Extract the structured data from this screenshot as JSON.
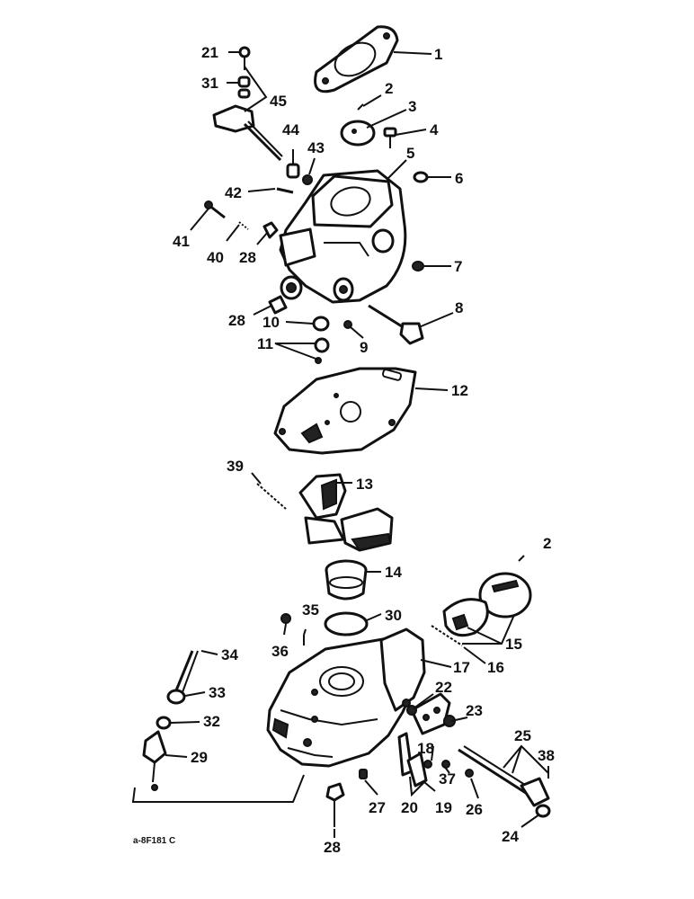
{
  "diagram": {
    "drawing_code": "a-8F181 C",
    "callouts": [
      {
        "id": "c1",
        "text": "1"
      },
      {
        "id": "c2a",
        "text": "2"
      },
      {
        "id": "c3",
        "text": "3"
      },
      {
        "id": "c4",
        "text": "4"
      },
      {
        "id": "c5",
        "text": "5"
      },
      {
        "id": "c6",
        "text": "6"
      },
      {
        "id": "c7",
        "text": "7"
      },
      {
        "id": "c8",
        "text": "8"
      },
      {
        "id": "c9",
        "text": "9"
      },
      {
        "id": "c10",
        "text": "10"
      },
      {
        "id": "c11",
        "text": "11"
      },
      {
        "id": "c12",
        "text": "12"
      },
      {
        "id": "c13",
        "text": "13"
      },
      {
        "id": "c14",
        "text": "14"
      },
      {
        "id": "c15",
        "text": "15"
      },
      {
        "id": "c16",
        "text": "16"
      },
      {
        "id": "c17",
        "text": "17"
      },
      {
        "id": "c18",
        "text": "18"
      },
      {
        "id": "c19",
        "text": "19"
      },
      {
        "id": "c20",
        "text": "20"
      },
      {
        "id": "c21",
        "text": "21"
      },
      {
        "id": "c22",
        "text": "22"
      },
      {
        "id": "c23",
        "text": "23"
      },
      {
        "id": "c24",
        "text": "24"
      },
      {
        "id": "c25",
        "text": "25"
      },
      {
        "id": "c26",
        "text": "26"
      },
      {
        "id": "c27",
        "text": "27"
      },
      {
        "id": "c28a",
        "text": "28"
      },
      {
        "id": "c28b",
        "text": "28"
      },
      {
        "id": "c28c",
        "text": "28"
      },
      {
        "id": "c29",
        "text": "29"
      },
      {
        "id": "c30",
        "text": "30"
      },
      {
        "id": "c31",
        "text": "31"
      },
      {
        "id": "c32",
        "text": "32"
      },
      {
        "id": "c33",
        "text": "33"
      },
      {
        "id": "c34",
        "text": "34"
      },
      {
        "id": "c35",
        "text": "35"
      },
      {
        "id": "c36",
        "text": "36"
      },
      {
        "id": "c37",
        "text": "37"
      },
      {
        "id": "c38",
        "text": "38"
      },
      {
        "id": "c39",
        "text": "39"
      },
      {
        "id": "c40",
        "text": "40"
      },
      {
        "id": "c41",
        "text": "41"
      },
      {
        "id": "c42",
        "text": "42"
      },
      {
        "id": "c43",
        "text": "43"
      },
      {
        "id": "c44",
        "text": "44"
      },
      {
        "id": "c45",
        "text": "45"
      },
      {
        "id": "c2b",
        "text": "2"
      }
    ]
  }
}
